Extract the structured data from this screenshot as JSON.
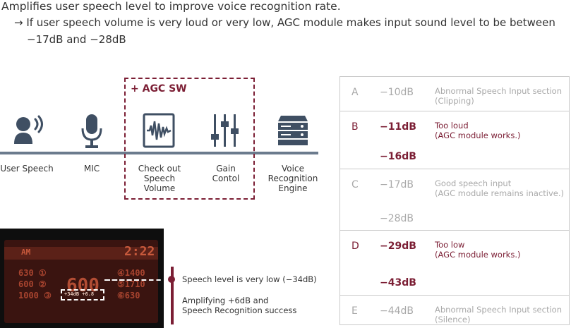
{
  "intro": {
    "line1": "Amplifies user speech level to improve voice recognition rate.",
    "line2": "→ If user speech volume is very loud or very low, AGC module makes input sound level to be between",
    "line3": "−17dB and −28dB"
  },
  "agc": {
    "title": "+ AGC SW"
  },
  "stages": [
    {
      "label": "User Speech",
      "icon": "speaking-person-icon"
    },
    {
      "label": "MIC",
      "icon": "microphone-icon"
    },
    {
      "label": "Check out Speech Volume",
      "icon": "waveform-icon"
    },
    {
      "label": "Gain Contol",
      "icon": "sliders-icon"
    },
    {
      "label": "Voice Recognition Engine",
      "icon": "server-icon"
    }
  ],
  "table": [
    {
      "letter": "A",
      "db_top": "−10dB",
      "db_bottom": "",
      "desc1": "Abnormal Speech Input section",
      "desc2": "(Clipping)",
      "style": "gray"
    },
    {
      "letter": "B",
      "db_top": "−11dB",
      "db_bottom": "−16dB",
      "desc1": "Too loud",
      "desc2": "(AGC module works.)",
      "style": "red"
    },
    {
      "letter": "C",
      "db_top": "−17dB",
      "db_bottom": "−28dB",
      "desc1": "Good speech input",
      "desc2": "(AGC module remains inactive.)",
      "style": "gray"
    },
    {
      "letter": "D",
      "db_top": "−29dB",
      "db_bottom": "−43dB",
      "desc1": "Too low",
      "desc2": "(AGC module works.)",
      "style": "red"
    },
    {
      "letter": "E",
      "db_top": "−44dB",
      "db_bottom": "",
      "desc1": "Abnormal Speech Input section",
      "desc2": "(Silence)",
      "style": "gray"
    }
  ],
  "display": {
    "mode": "AM",
    "clock": "2:22",
    "freq_main": "600",
    "gain_tag": "+34dB +6.8",
    "presets_left": [
      "630 ①",
      "600 ②",
      "1000 ③"
    ],
    "presets_right": [
      "④1400",
      "⑤1710",
      "⑥630"
    ]
  },
  "notes": {
    "speech_low": "Speech level is very low (−34dB)",
    "amplify_line1": "Amplifying +6dB and",
    "amplify_line2": "Speech Recognition success"
  },
  "colors": {
    "accent": "#7b1e34",
    "pipeline": "#6b7b8d",
    "icon": "#3f4f63",
    "muted": "#a9a9a9"
  }
}
